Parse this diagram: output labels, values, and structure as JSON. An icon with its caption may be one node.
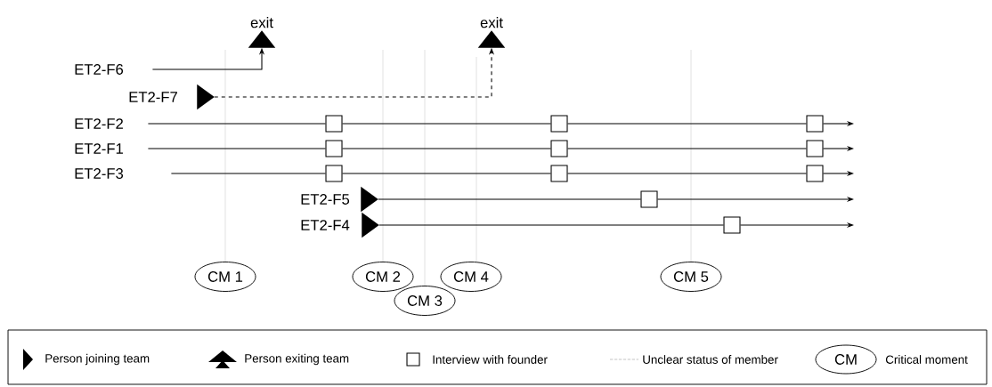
{
  "diagram": {
    "nodes": [
      {
        "text": [
          "exit"
        ]
      },
      {
        "text": [
          "exit"
        ]
      },
      {
        "text": [
          "ET2-F6"
        ]
      },
      {
        "text": [],
        "shape": "triangle"
      },
      {
        "text": [
          "ET2-F2"
        ]
      },
      {
        "text": [],
        "shape": "box"
      },
      {
        "text": [],
        "shape": "box"
      },
      {
        "text": [],
        "shape": "box"
      },
      {
        "text": [
          "ET2-F1"
        ]
      },
      {
        "text": [],
        "shape": "box"
      },
      {
        "text": [],
        "shape": "box"
      },
      {
        "text": [],
        "shape": "box"
      },
      {
        "text": [
          "ET2-F3"
        ]
      },
      {
        "text": [],
        "shape": "box"
      },
      {
        "text": [],
        "shape": "box"
      },
      {
        "text": [],
        "shape": "box"
      },
      {
        "text": [],
        "shape": "triangle"
      },
      {
        "text": [],
        "shape": "box"
      },
      {
        "text": [],
        "shape": "triangle"
      },
      {
        "text": [],
        "shape": "box"
      },
      {
        "text": [
          "CM 1"
        ]
      },
      {
        "text": [
          "CM 2"
        ]
      },
      {
        "text": [
          "CM 3"
        ]
      },
      {
        "text": [
          "CM 4"
        ]
      },
      {
        "text": [
          "CM 5"
        ]
      }
    ],
    "edges": [
      {
        "from": 2,
        "to": 0,
        "arrow": "to"
      },
      {
        "from": 3,
        "to": 1,
        "arrow": "to",
        "style": "dashed"
      },
      {
        "from": 4,
        "to": 5,
        "arrow": "none"
      },
      {
        "from": 5,
        "to": 6,
        "arrow": "none"
      },
      {
        "from": 6,
        "to": 7,
        "arrow": "none"
      },
      {
        "from": 7,
        "to": null,
        "arrow": "to"
      },
      {
        "from": 8,
        "to": 9,
        "arrow": "none"
      },
      {
        "from": 9,
        "to": 10,
        "arrow": "none"
      },
      {
        "from": 10,
        "to": 11,
        "arrow": "none"
      },
      {
        "from": 11,
        "to": null,
        "arrow": "to"
      },
      {
        "from": 12,
        "to": 13,
        "arrow": "none"
      },
      {
        "from": 13,
        "to": 14,
        "arrow": "none"
      },
      {
        "from": 14,
        "to": 15,
        "arrow": "none"
      },
      {
        "from": 15,
        "to": null,
        "arrow": "to"
      },
      {
        "from": 16,
        "to": 17,
        "arrow": "none"
      },
      {
        "from": 17,
        "to": null,
        "arrow": "to"
      },
      {
        "from": 18,
        "to": 19,
        "arrow": "none"
      },
      {
        "from": 19,
        "to": null,
        "arrow": "to"
      }
    ],
    "labels": [
      "ET2-F7",
      "ET2-F5",
      "ET2-F4",
      "CM"
    ],
    "legend": [
      {
        "text": "Person joining team"
      },
      {
        "text": "Person exiting team"
      },
      {
        "text": "Interview with founder"
      },
      {
        "text": "Unclear status of member"
      },
      {
        "text": "Critical moment"
      }
    ]
  }
}
